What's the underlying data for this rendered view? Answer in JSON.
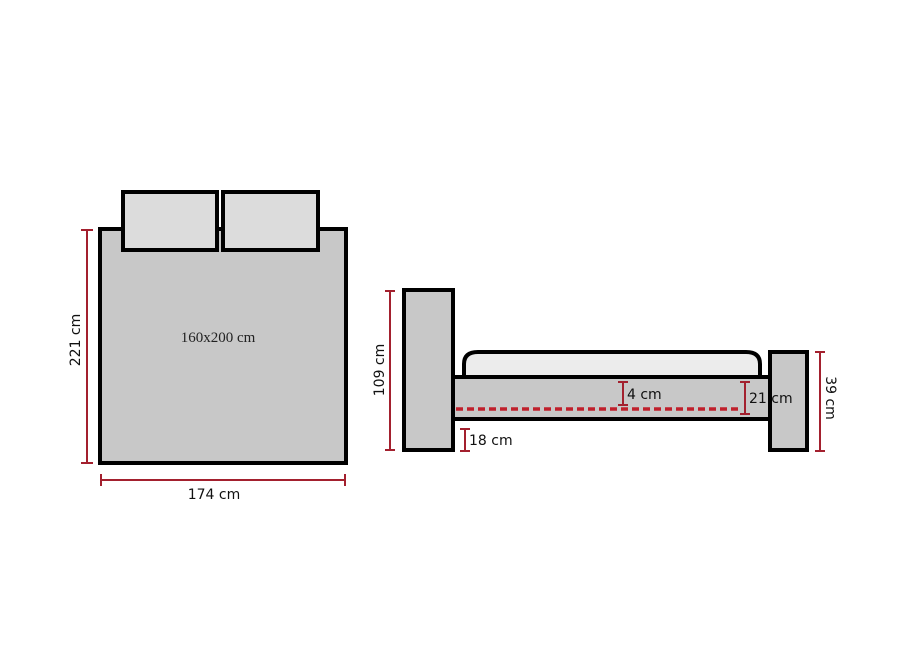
{
  "top_view": {
    "mattress_size_label": "160x200 cm",
    "length_label": "221 cm",
    "width_label": "174 cm"
  },
  "side_view": {
    "headboard_height_label": "109 cm",
    "footboard_height_label": "39 cm",
    "mattress_base_depth_label": "4 cm",
    "frame_height_label": "21 cm",
    "clearance_label": "18 cm"
  },
  "colors": {
    "dimension_line": "#a3202e",
    "body_fill": "#c8c8c8",
    "pillow_fill": "#dcdcdc",
    "outline": "#000000"
  }
}
